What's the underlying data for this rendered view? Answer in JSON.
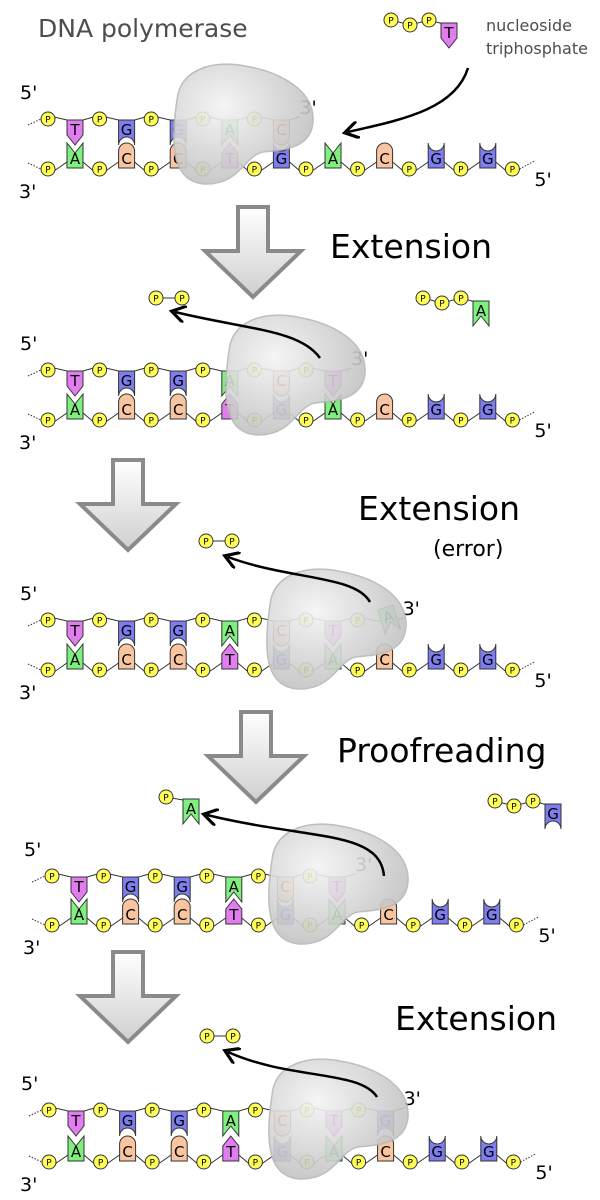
{
  "title": "DNA polymerase",
  "legend": {
    "ntp_label_line1": "nucleoside",
    "ntp_label_line2": "triphosphate"
  },
  "colors": {
    "T": "#e27df0",
    "A": "#7ef07e",
    "G": "#7d7ded",
    "C": "#f9c4a0",
    "phosphate": "#ffff55",
    "enzyme": "#c8c8c8",
    "arrow": "#d8d8d8"
  },
  "labels": {
    "five_prime": "5'",
    "three_prime": "3'",
    "phosphate": "P"
  },
  "steps": [
    {
      "label": "Extension",
      "sublabel": ""
    },
    {
      "label": "Extension",
      "sublabel": "(error)"
    },
    {
      "label": "Proofreading",
      "sublabel": ""
    },
    {
      "label": "Extension",
      "sublabel": ""
    }
  ],
  "panels": [
    {
      "top": [
        "T",
        "G",
        "G",
        "A",
        "C",
        "",
        "",
        "",
        ""
      ],
      "bottom": [
        "A",
        "C",
        "C",
        "T",
        "G",
        "A",
        "C",
        "G",
        "G"
      ],
      "free": "ppp-T",
      "free_label": true,
      "released": "",
      "tilted_last": false
    },
    {
      "top": [
        "T",
        "G",
        "G",
        "A",
        "C",
        "T",
        "",
        "",
        ""
      ],
      "bottom": [
        "A",
        "C",
        "C",
        "T",
        "G",
        "A",
        "C",
        "G",
        "G"
      ],
      "free": "ppp-A",
      "free_label": false,
      "released": "pp",
      "tilted_last": false
    },
    {
      "top": [
        "T",
        "G",
        "G",
        "A",
        "C",
        "T",
        "A",
        "",
        ""
      ],
      "bottom": [
        "A",
        "C",
        "C",
        "T",
        "G",
        "A",
        "C",
        "G",
        "G"
      ],
      "free": "",
      "free_label": false,
      "released": "pp",
      "tilted_last": true
    },
    {
      "top": [
        "T",
        "G",
        "G",
        "A",
        "C",
        "T",
        "",
        "",
        ""
      ],
      "bottom": [
        "A",
        "C",
        "C",
        "T",
        "G",
        "A",
        "C",
        "G",
        "G"
      ],
      "free": "ppp-G",
      "free_label": false,
      "released": "p-A",
      "tilted_last": false
    },
    {
      "top": [
        "T",
        "G",
        "G",
        "A",
        "C",
        "T",
        "G",
        "",
        ""
      ],
      "bottom": [
        "A",
        "C",
        "C",
        "T",
        "G",
        "A",
        "C",
        "G",
        "G"
      ],
      "free": "",
      "free_label": false,
      "released": "pp",
      "tilted_last": false
    }
  ]
}
